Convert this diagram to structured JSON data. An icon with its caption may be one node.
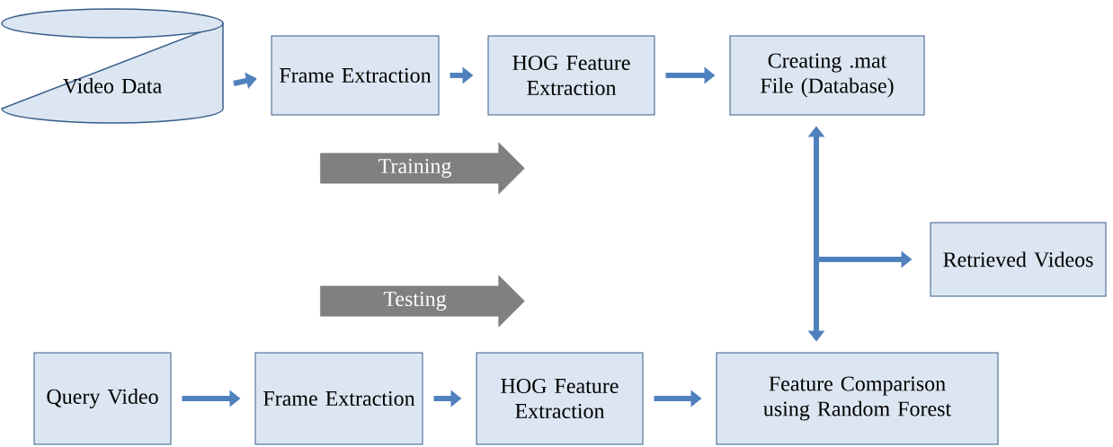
{
  "diagram": {
    "nodes": [
      {
        "text": [
          "Video Data"
        ]
      },
      {
        "text": [
          "Frame Extraction"
        ]
      },
      {
        "text": [
          "HOG Feature Extraction"
        ]
      },
      {
        "text": [
          "Creating .mat File (Database)"
        ]
      },
      {
        "text": [
          "Training"
        ]
      },
      {
        "text": [
          "Testing"
        ]
      },
      {
        "text": [
          "Retrieved Videos"
        ]
      },
      {
        "text": [
          "Query Video"
        ]
      },
      {
        "text": [
          "Frame Extraction"
        ]
      },
      {
        "text": [
          "HOG Feature Extraction"
        ]
      },
      {
        "text": [
          "Feature Comparison using Random Forest"
        ]
      }
    ],
    "edges": [
      {
        "from": 0,
        "to": 1,
        "arrow": "to"
      },
      {
        "from": 1,
        "to": 2,
        "arrow": "to"
      },
      {
        "from": 2,
        "to": 3,
        "arrow": "to"
      },
      {
        "from": 7,
        "to": 8,
        "arrow": "to"
      },
      {
        "from": 8,
        "to": 9,
        "arrow": "to"
      },
      {
        "from": 9,
        "to": 10,
        "arrow": "to"
      },
      {
        "from": 3,
        "to": 10,
        "arrow": "both"
      },
      {
        "from": null,
        "to": 6,
        "arrow": "to"
      }
    ]
  }
}
